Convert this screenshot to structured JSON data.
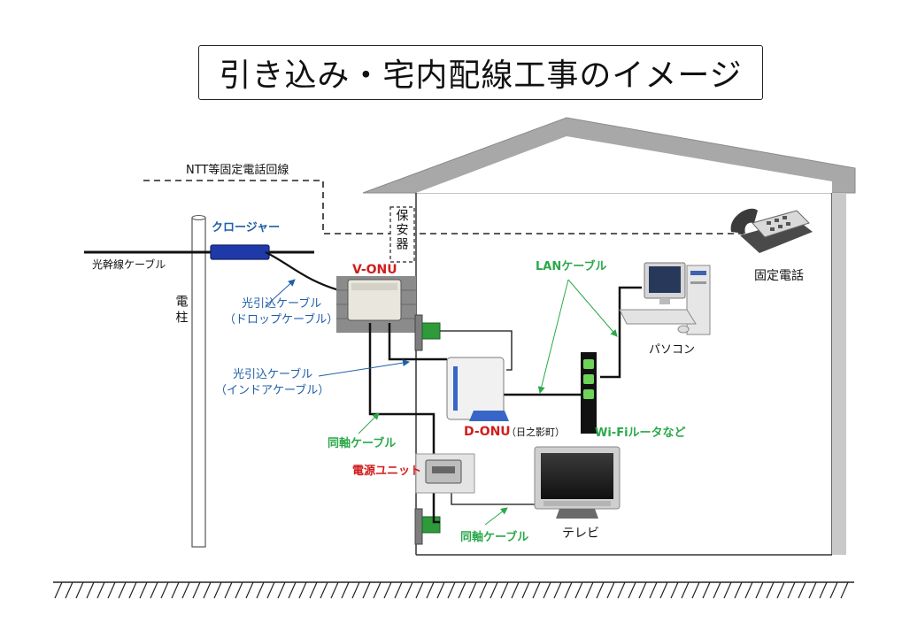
{
  "title": "引き込み・宅内配線工事のイメージ",
  "labels": {
    "ntt_line": "NTT等固定電話回線",
    "closure": "クロージャー",
    "trunk_cable": "光幹線ケーブル",
    "pole": "電柱",
    "protector": "保安器",
    "v_onu": "V-ONU",
    "drop_cable_1": "光引込ケーブル",
    "drop_cable_2": "（ドロップケーブル）",
    "indoor_cable_1": "光引込ケーブル",
    "indoor_cable_2": "（インドアケーブル）",
    "coax_cable_1": "同軸ケーブル",
    "power_unit": "電源ユニット",
    "d_onu": "D-ONU",
    "d_onu_note": "（日之影町）",
    "wifi_router": "Wi-Fiルータなど",
    "lan_cable": "LANケーブル",
    "pc": "パソコン",
    "landline_phone": "固定電話",
    "tv": "テレビ",
    "coax_cable_2": "同軸ケーブル"
  },
  "colors": {
    "blue_label": "#1f5fa8",
    "green_label": "#2aa84a",
    "red_label": "#d11d1d",
    "closure_fill": "#1f3aa8",
    "connector_green": "#2e9a3a"
  },
  "icons": [
    "phone-icon",
    "pc-icon",
    "tv-icon",
    "router-icon",
    "onu-icon",
    "power-unit-icon"
  ]
}
